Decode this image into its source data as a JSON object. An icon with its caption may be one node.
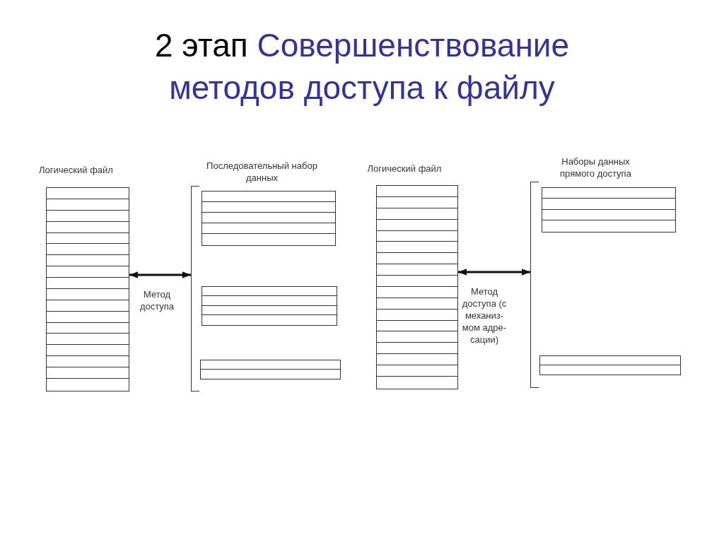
{
  "diagram": {
    "title": "2 этап Совершенствование методов доступа к файлу",
    "nodes": [
      {
        "text": [
          "Логический файл"
        ]
      },
      {
        "text": [
          "Последовательный набор данных"
        ]
      },
      {
        "text": [],
        "shape": "box",
        "in": 1
      },
      {
        "text": [],
        "shape": "box",
        "in": 1
      },
      {
        "text": [],
        "shape": "box",
        "in": 1
      },
      {
        "text": [
          "Логический файл"
        ]
      },
      {
        "text": [
          "Наборы данных прямого доступа"
        ]
      },
      {
        "text": [],
        "shape": "box",
        "in": 6
      },
      {
        "text": [],
        "shape": "box",
        "in": 6
      }
    ],
    "edges": [
      {
        "from": 0,
        "to": 1,
        "arrow": "both",
        "label": "Метод доступа"
      },
      {
        "from": 5,
        "to": 6,
        "arrow": "both",
        "label": "Метод доступа (с механиз-мом адре-сации)"
      }
    ]
  }
}
